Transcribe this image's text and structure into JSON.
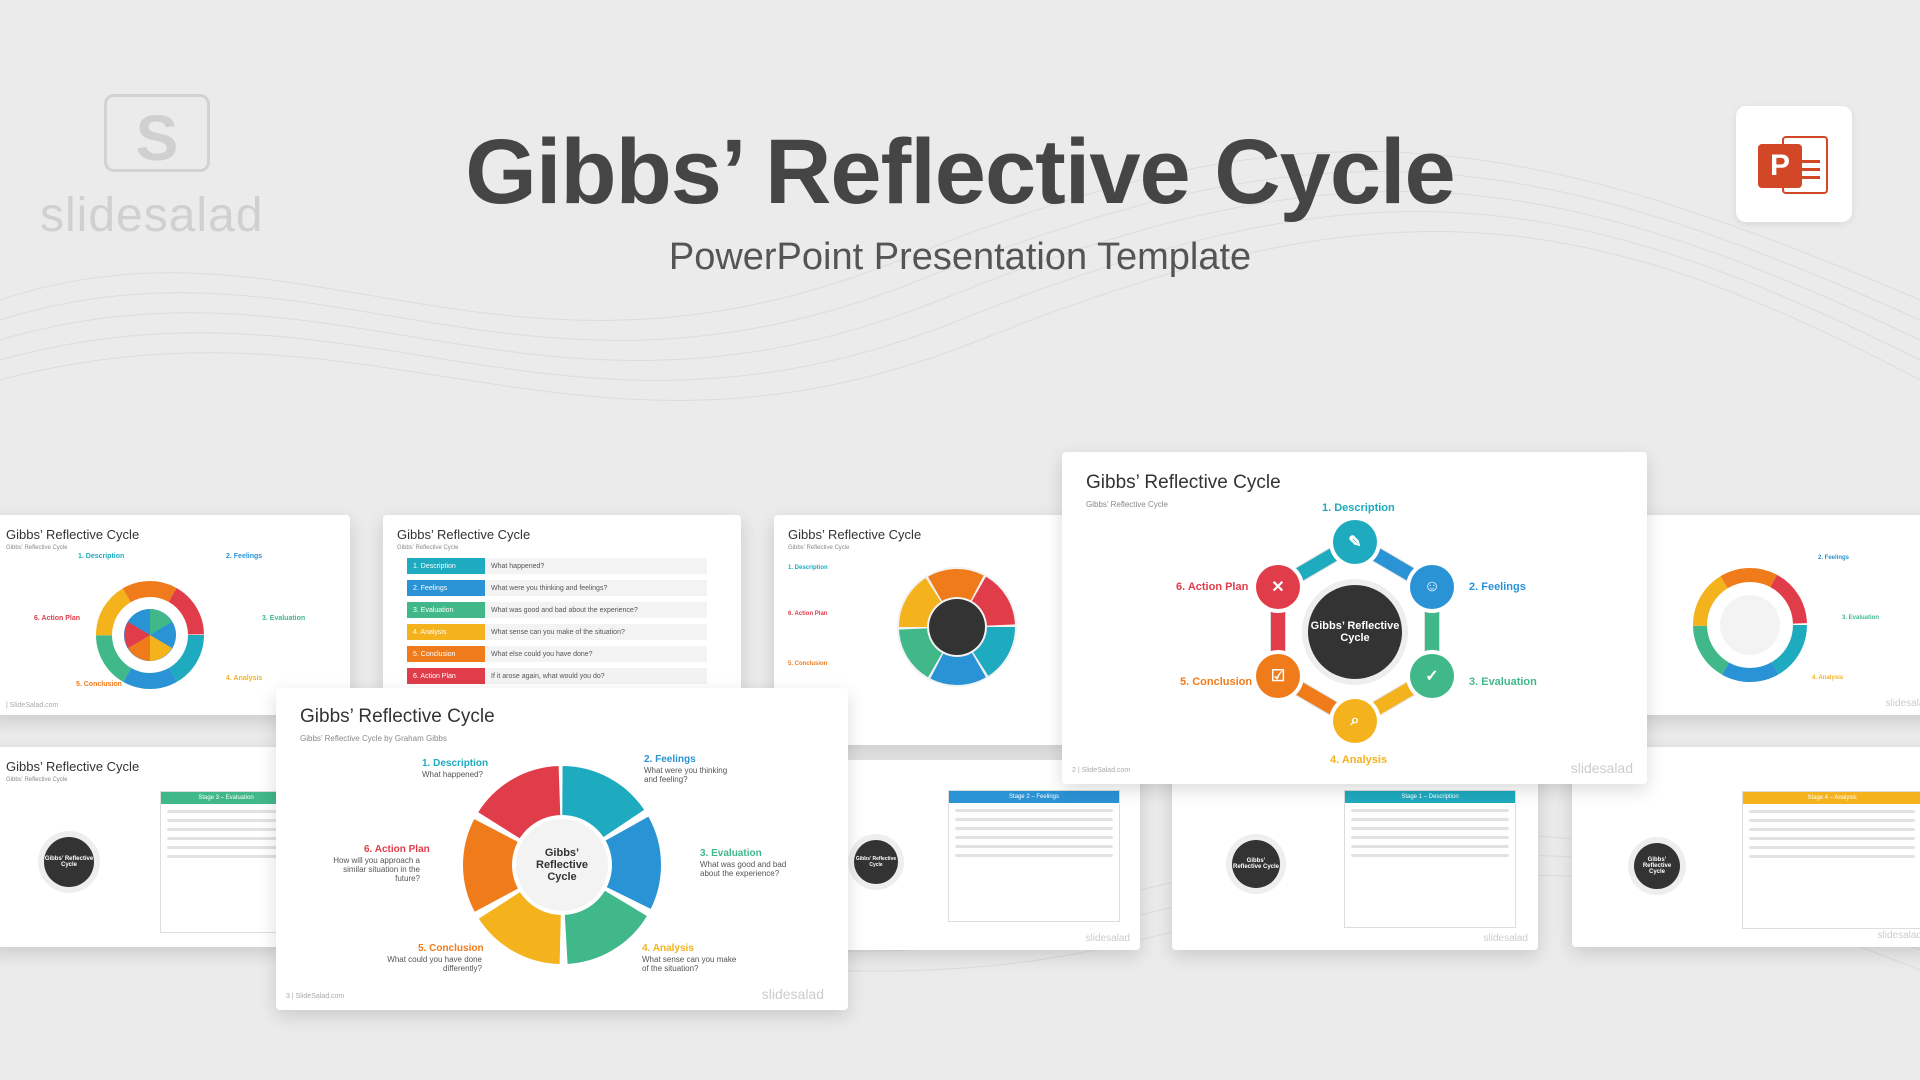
{
  "brand": {
    "letter": "S",
    "word": "slidesalad"
  },
  "title": "Gibbs’ Reflective Cycle",
  "subtitle": "PowerPoint Presentation Template",
  "ppt_badge": {
    "letter": "P"
  },
  "colors": {
    "teal": "#1eaabf",
    "blue": "#2a93d5",
    "green": "#40b88a",
    "yellow": "#f4b21d",
    "orange": "#f07b1a",
    "red": "#e03c4a",
    "dark": "#333333"
  },
  "slide_title": "Gibbs’ Reflective Cycle",
  "slide_sub_short": "Gibbs’ Reflective Cycle",
  "slide_sub_long": "Gibbs’ Reflective Cycle by Graham Gibbs",
  "slide_footer": "| SlideSalad.com",
  "slide_brand": "slidesalad",
  "center_label": "Gibbs’ Reflective Cycle",
  "stages": [
    {
      "num": "1. Description",
      "q": "What happened?",
      "color": "#1eaabf"
    },
    {
      "num": "2. Feelings",
      "q": "What were you thinking and feeling?",
      "color": "#2a93d5"
    },
    {
      "num": "3. Evaluation",
      "q": "What was good and bad about the experience?",
      "color": "#40b88a"
    },
    {
      "num": "4. Analysis",
      "q": "What sense can you make of the situation?",
      "color": "#f4b21d"
    },
    {
      "num": "5. Conclusion",
      "q": "What could you have done differently?",
      "color": "#f07b1a"
    },
    {
      "num": "6. Action Plan",
      "q": "How will you approach a similar situation in the future?",
      "color": "#e03c4a"
    }
  ],
  "list_questions": [
    "What happened?",
    "What were you thinking and feelings?",
    "What was good and bad about the experience?",
    "What sense can you make of the situation?",
    "What else could you have done?",
    "If it arose again, what would you do?"
  ],
  "panels": {
    "evaluation": "Stage 3 – Evaluation",
    "feelings": "Stage 2 – Feelings",
    "description": "Stage 1 – Description",
    "analysis": "Stage 4 – Analysis"
  },
  "page_numbers": {
    "p2": "2",
    "p3": "3"
  }
}
